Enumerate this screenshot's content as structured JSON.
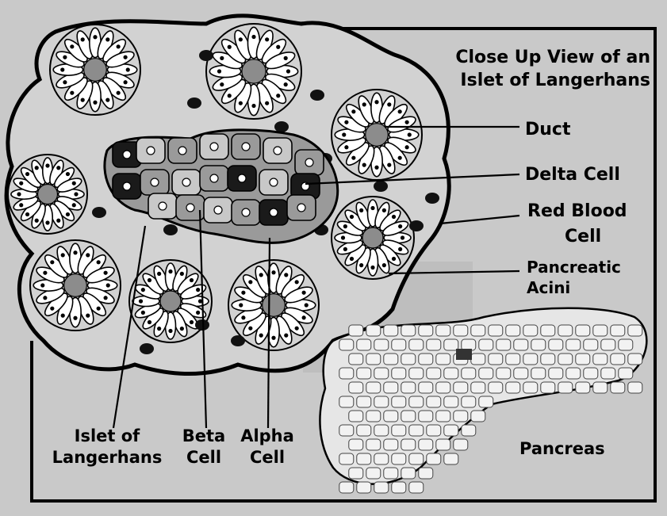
{
  "title": {
    "line1": "Close Up View of an",
    "line2": "Islet of Langerhans"
  },
  "labels": {
    "duct": "Duct",
    "delta_cell": "Delta Cell",
    "red_blood_cell_1": "Red Blood",
    "red_blood_cell_2": "Cell",
    "pancreatic_acini_1": "Pancreatic",
    "pancreatic_acini_2": "Acini",
    "islet_1": "Islet of",
    "islet_2": "Langerhans",
    "beta_1": "Beta",
    "beta_2": "Cell",
    "alpha_1": "Alpha",
    "alpha_2": "Cell",
    "pancreas": "Pancreas"
  },
  "colors": {
    "background": "#c9c9c9",
    "tissue": "#d2d2d2",
    "acinus_center": "#8c8c8c",
    "acinus_cell": "#ffffff",
    "red_blood_cell": "#111111",
    "beta_cell": "#9a9a9a",
    "alpha_cell": "#c8c8c8",
    "delta_cell": "#1a1a1a",
    "pancreas_fill": "#e6e6e6",
    "projection": "#bdbdbd"
  }
}
